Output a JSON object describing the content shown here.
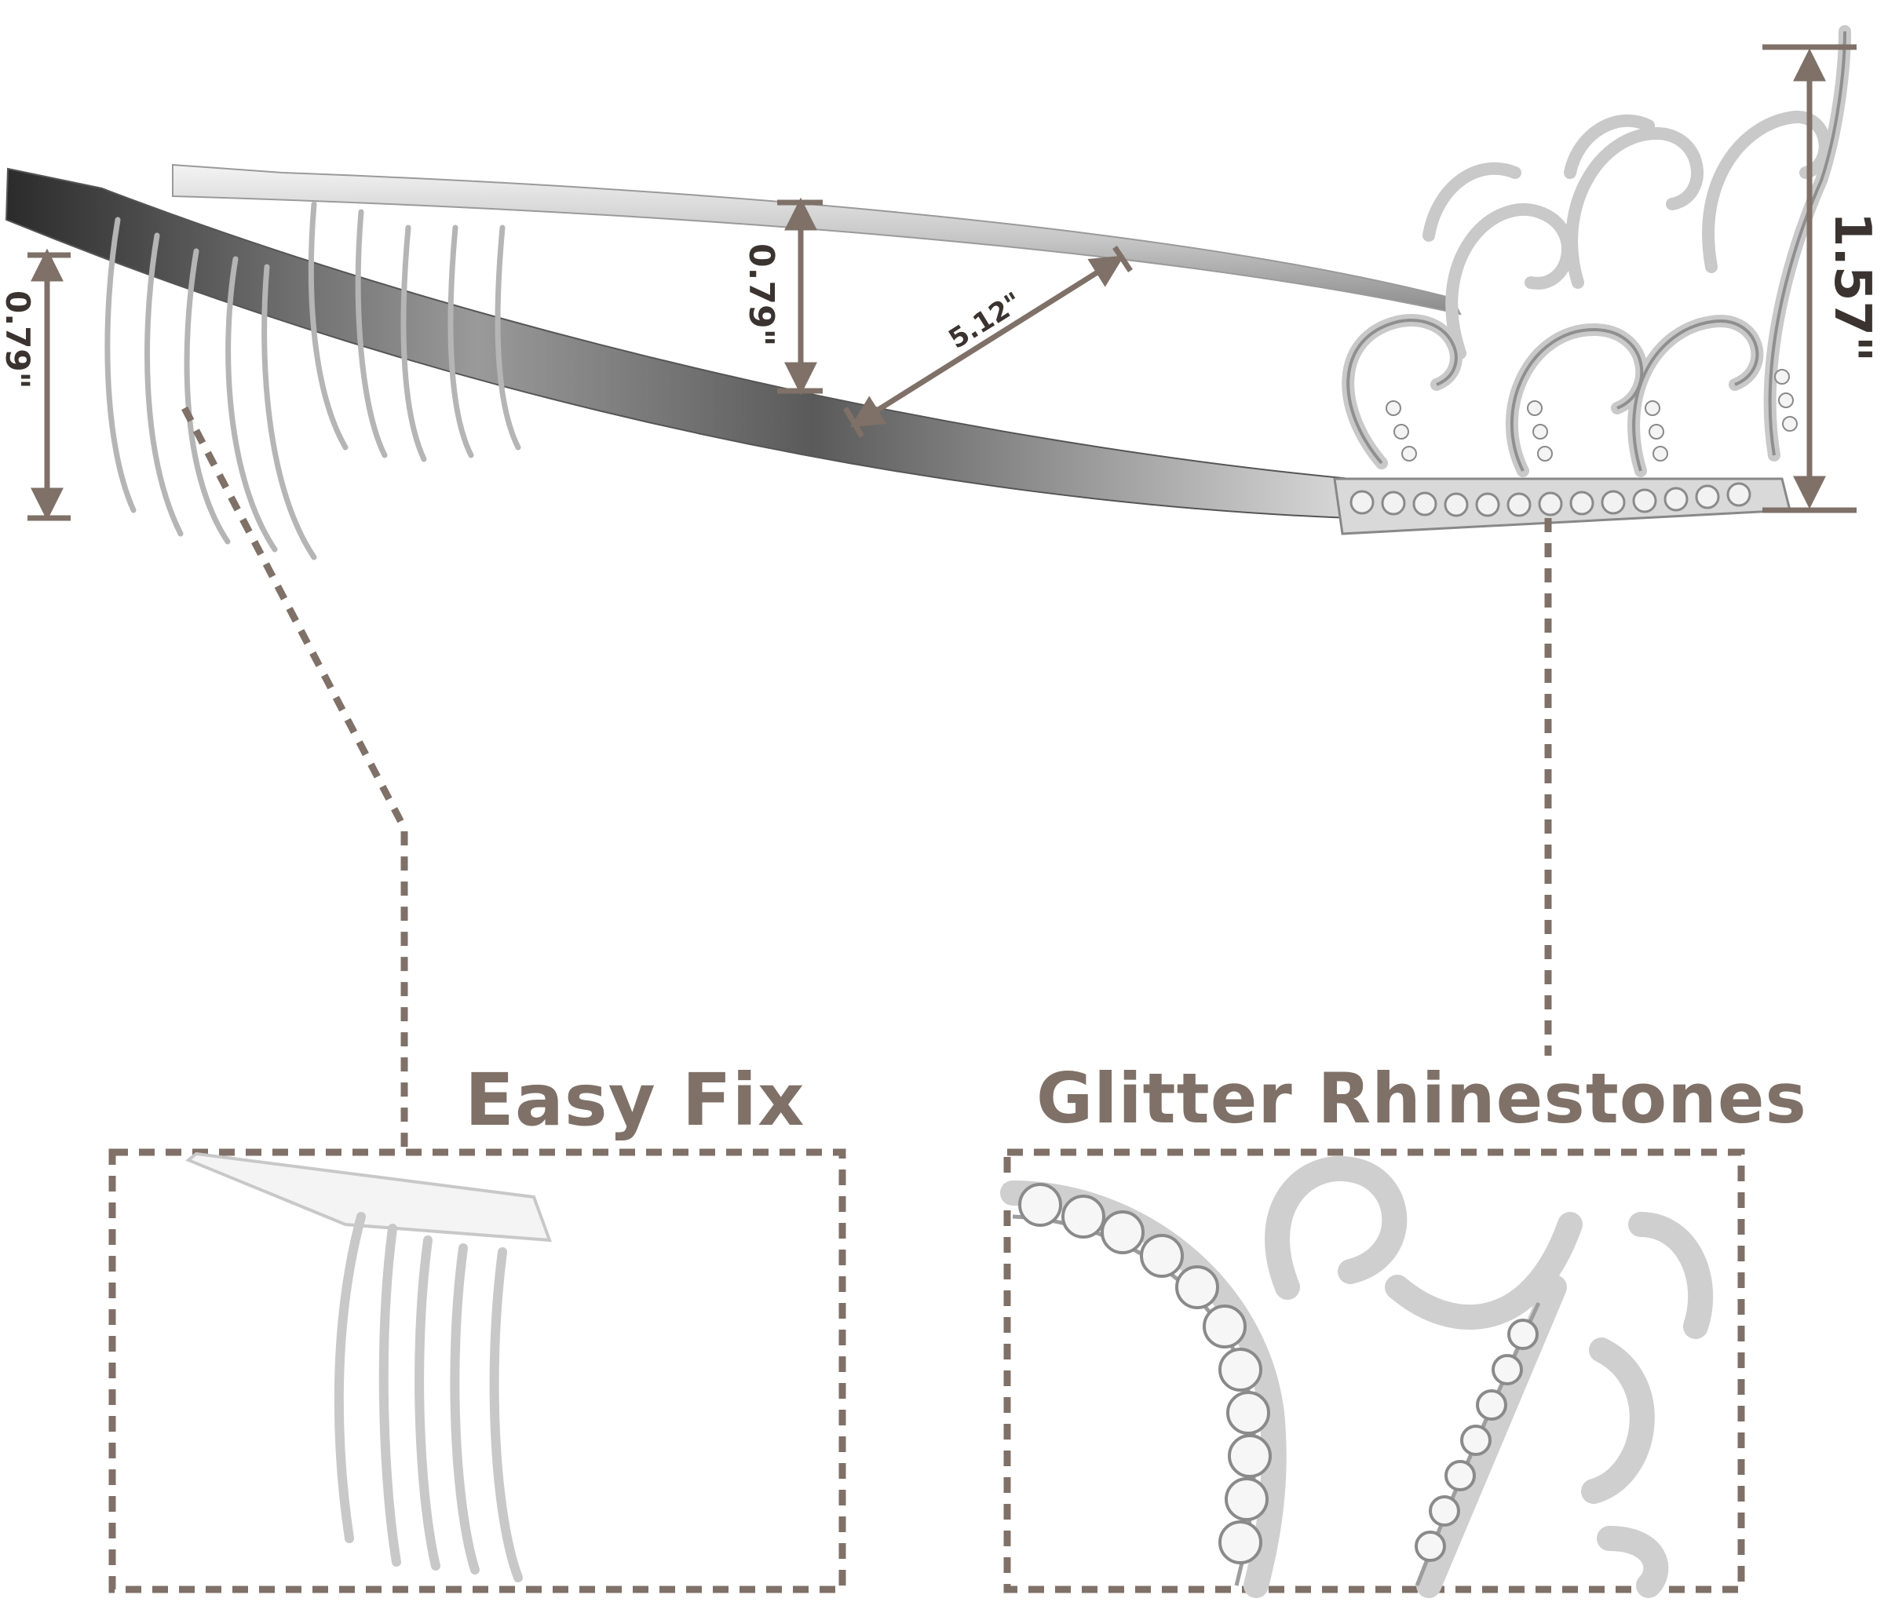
{
  "colors": {
    "dimension": "#7f7168",
    "metal_light": "#e6e6e6",
    "metal_mid": "#bdbdbd",
    "metal_dark": "#5a5a5a",
    "label_text": "#3a3330"
  },
  "dimensions": {
    "comb_height": "0.79\"",
    "band_gap": "0.79\"",
    "diagonal": "5.12\"",
    "crown_height": "1.57\""
  },
  "callouts": {
    "easy_fix": {
      "title": "Easy Fix"
    },
    "glitter": {
      "title": "Glitter Rhinestones"
    }
  }
}
